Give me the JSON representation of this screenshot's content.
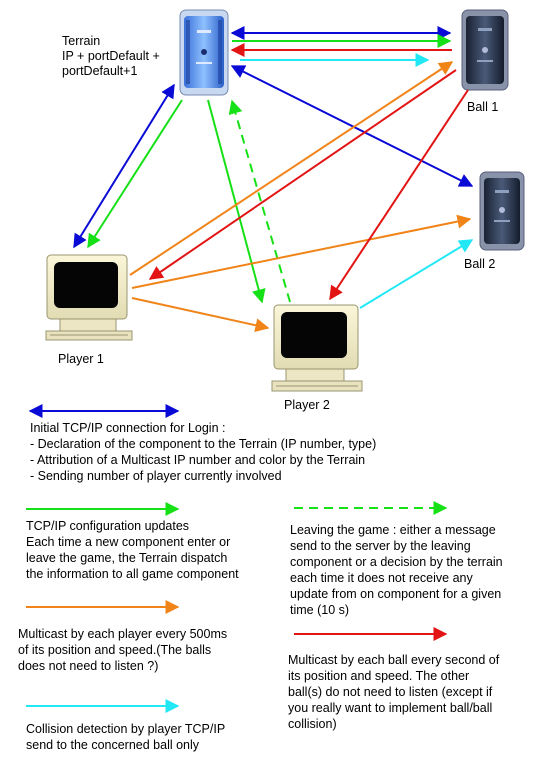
{
  "nodes": {
    "terrain": {
      "label_lines": [
        "Terrain",
        "IP + portDefault +",
        "portDefault+1"
      ]
    },
    "ball1": {
      "label": "Ball 1"
    },
    "ball2": {
      "label": "Ball 2"
    },
    "player1": {
      "label": "Player 1"
    },
    "player2": {
      "label": "Player 2"
    }
  },
  "colors": {
    "blue": "#0a0ad6",
    "green": "#16e016",
    "red": "#e21414",
    "orange": "#f08418",
    "cyan": "#22e8f6"
  },
  "legend": {
    "login": {
      "title": "Initial TCP/IP connection for Login :",
      "lines": [
        " - Declaration of the component to the Terrain (IP number, type)",
        " - Attribution of a Multicast IP number and color  by the Terrain",
        " - Sending number of player currently involved"
      ]
    },
    "config": {
      "lines": [
        "TCP/IP configuration updates",
        "Each time a new component enter or",
        "leave the game, the Terrain dispatch",
        "the information to all game component"
      ]
    },
    "leaving": {
      "lines": [
        "Leaving the game : either a message",
        "send to the server by the leaving",
        "component or a decision by the terrain",
        "each time it does not receive any",
        "update from on component for a given",
        "time (10 s)"
      ]
    },
    "player_multicast": {
      "lines": [
        "Multicast by each player every 500ms",
        "of its position and speed.(The balls",
        "does not need to listen ?)"
      ]
    },
    "ball_multicast": {
      "lines": [
        "Multicast by each ball every second of",
        "its position and speed. The other",
        "ball(s) do not need to listen (except if",
        "you really want to implement ball/ball",
        "collision)"
      ]
    },
    "collision": {
      "lines": [
        "Collision detection by player TCP/IP",
        "send to the concerned ball only"
      ]
    }
  }
}
